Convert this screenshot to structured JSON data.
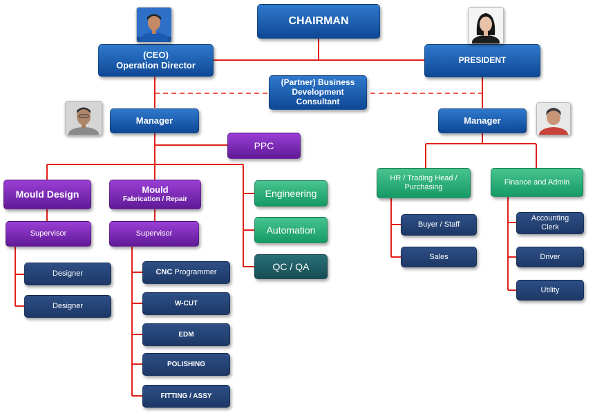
{
  "top": {
    "chairman": "CHAIRMAN",
    "ceo_line1": "(CEO)",
    "ceo_line2": "Operation Director",
    "president": "PRESIDENT",
    "consultant_line1": "(Partner) Business",
    "consultant_line2": "Development",
    "consultant_line3": "Consultant"
  },
  "left": {
    "manager": "Manager",
    "ppc": "PPC",
    "mould_design": "Mould Design",
    "mould_fab_line1": "Mould",
    "mould_fab_line2": "Fabrication / Repair",
    "engineering": "Engineering",
    "automation": "Automation",
    "qcqa": "QC / QA",
    "supervisor_design": "Supervisor",
    "supervisor_fab": "Supervisor",
    "designer_1": "Designer",
    "designer_2": "Designer",
    "cnc_bold": "CNC",
    "cnc_rest": " Programmer",
    "wcut": "W-CUT",
    "edm": "EDM",
    "polishing": "POLISHING",
    "fitting": "FITTING / ASSY"
  },
  "right": {
    "manager": "Manager",
    "hr_line1": "HR / Trading Head /",
    "hr_line2": "Purchasing",
    "finance": "Finance and Admin",
    "buyer": "Buyer / Staff",
    "sales": "Sales",
    "accounting_line1": "Accounting",
    "accounting_line2": "Clerk",
    "driver": "Driver",
    "utility": "Utility"
  },
  "colors": {
    "connector": "#e0201b",
    "blue": "#1b5fb4",
    "navy": "#243f71",
    "purple": "#7a2bb5",
    "green": "#2bb37b",
    "teal": "#1f5a62"
  },
  "icons": {
    "ceo_photo": "person-photo-icon",
    "president_photo": "person-photo-icon",
    "left_manager_photo": "person-photo-icon",
    "right_manager_photo": "person-photo-icon"
  }
}
